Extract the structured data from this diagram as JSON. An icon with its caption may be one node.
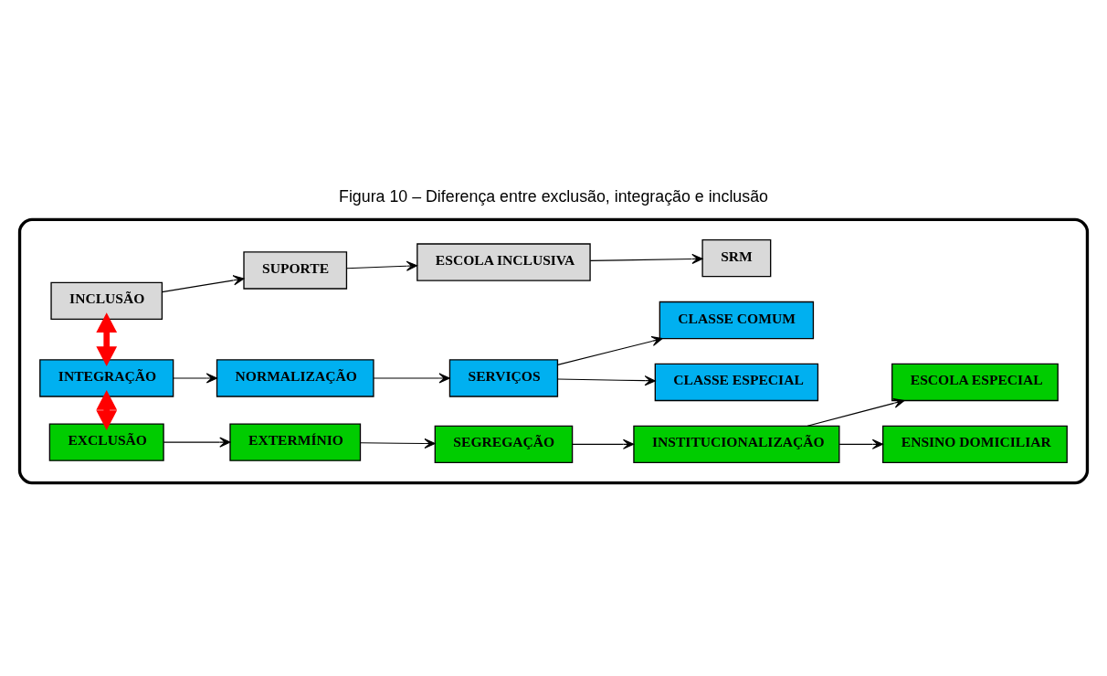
{
  "diagram": {
    "title": "Figura 10 – Diferença entre exclusão, integração e inclusão",
    "nodes": [
      {
        "text": [],
        "shape": "box"
      },
      {
        "text": [
          "EXCLUSÃO"
        ],
        "in": 0
      },
      {
        "text": [
          "EXTERMÍNIO"
        ],
        "in": 0
      },
      {
        "text": [
          "SEGREGAÇÃO"
        ],
        "in": 0
      },
      {
        "text": [
          "INSTITUCIONALIZAÇÃO"
        ],
        "in": 0
      },
      {
        "text": [
          "ENSINO DOMICILIAR"
        ],
        "in": 0
      },
      {
        "text": [
          "ESCOLA ESPECIAL"
        ],
        "in": 0
      },
      {
        "text": [
          "INTEGRAÇÃO"
        ],
        "in": 0
      },
      {
        "text": [
          "NORMALIZAÇÃO"
        ],
        "in": 0
      },
      {
        "text": [
          "SERVIÇOS"
        ],
        "in": 0
      },
      {
        "text": [
          "CLASSE COMUM"
        ],
        "in": 0
      },
      {
        "text": [
          "CLASSE ESPECIAL"
        ],
        "in": 0
      },
      {
        "text": [
          "INCLUSÃO"
        ],
        "in": 0
      },
      {
        "text": [
          "SUPORTE"
        ],
        "in": 0
      },
      {
        "text": [
          "ESCOLA INCLUSIVA"
        ],
        "in": 0
      },
      {
        "text": [
          "SRM"
        ],
        "in": 0
      }
    ],
    "edges": [
      {
        "from": 1,
        "to": 2,
        "arrow": "to"
      },
      {
        "from": 2,
        "to": 3,
        "arrow": "to"
      },
      {
        "from": 3,
        "to": 4,
        "arrow": "to"
      },
      {
        "from": 4,
        "to": 5,
        "arrow": "to"
      },
      {
        "from": 4,
        "to": 6,
        "arrow": "to"
      },
      {
        "from": 1,
        "to": 7,
        "arrow": "both",
        "style": "thick",
        "color": "#ff0000"
      },
      {
        "from": 7,
        "to": 8,
        "arrow": "to"
      },
      {
        "from": 8,
        "to": 9,
        "arrow": "to"
      },
      {
        "from": 9,
        "to": 10,
        "arrow": "to"
      },
      {
        "from": 9,
        "to": 11,
        "arrow": "to"
      },
      {
        "from": 7,
        "to": 12,
        "arrow": "both",
        "style": "thick",
        "color": "#ff0000"
      },
      {
        "from": 12,
        "to": 13,
        "arrow": "to"
      },
      {
        "from": 13,
        "to": 14,
        "arrow": "to"
      },
      {
        "from": 14,
        "to": 15,
        "arrow": "to"
      }
    ]
  }
}
